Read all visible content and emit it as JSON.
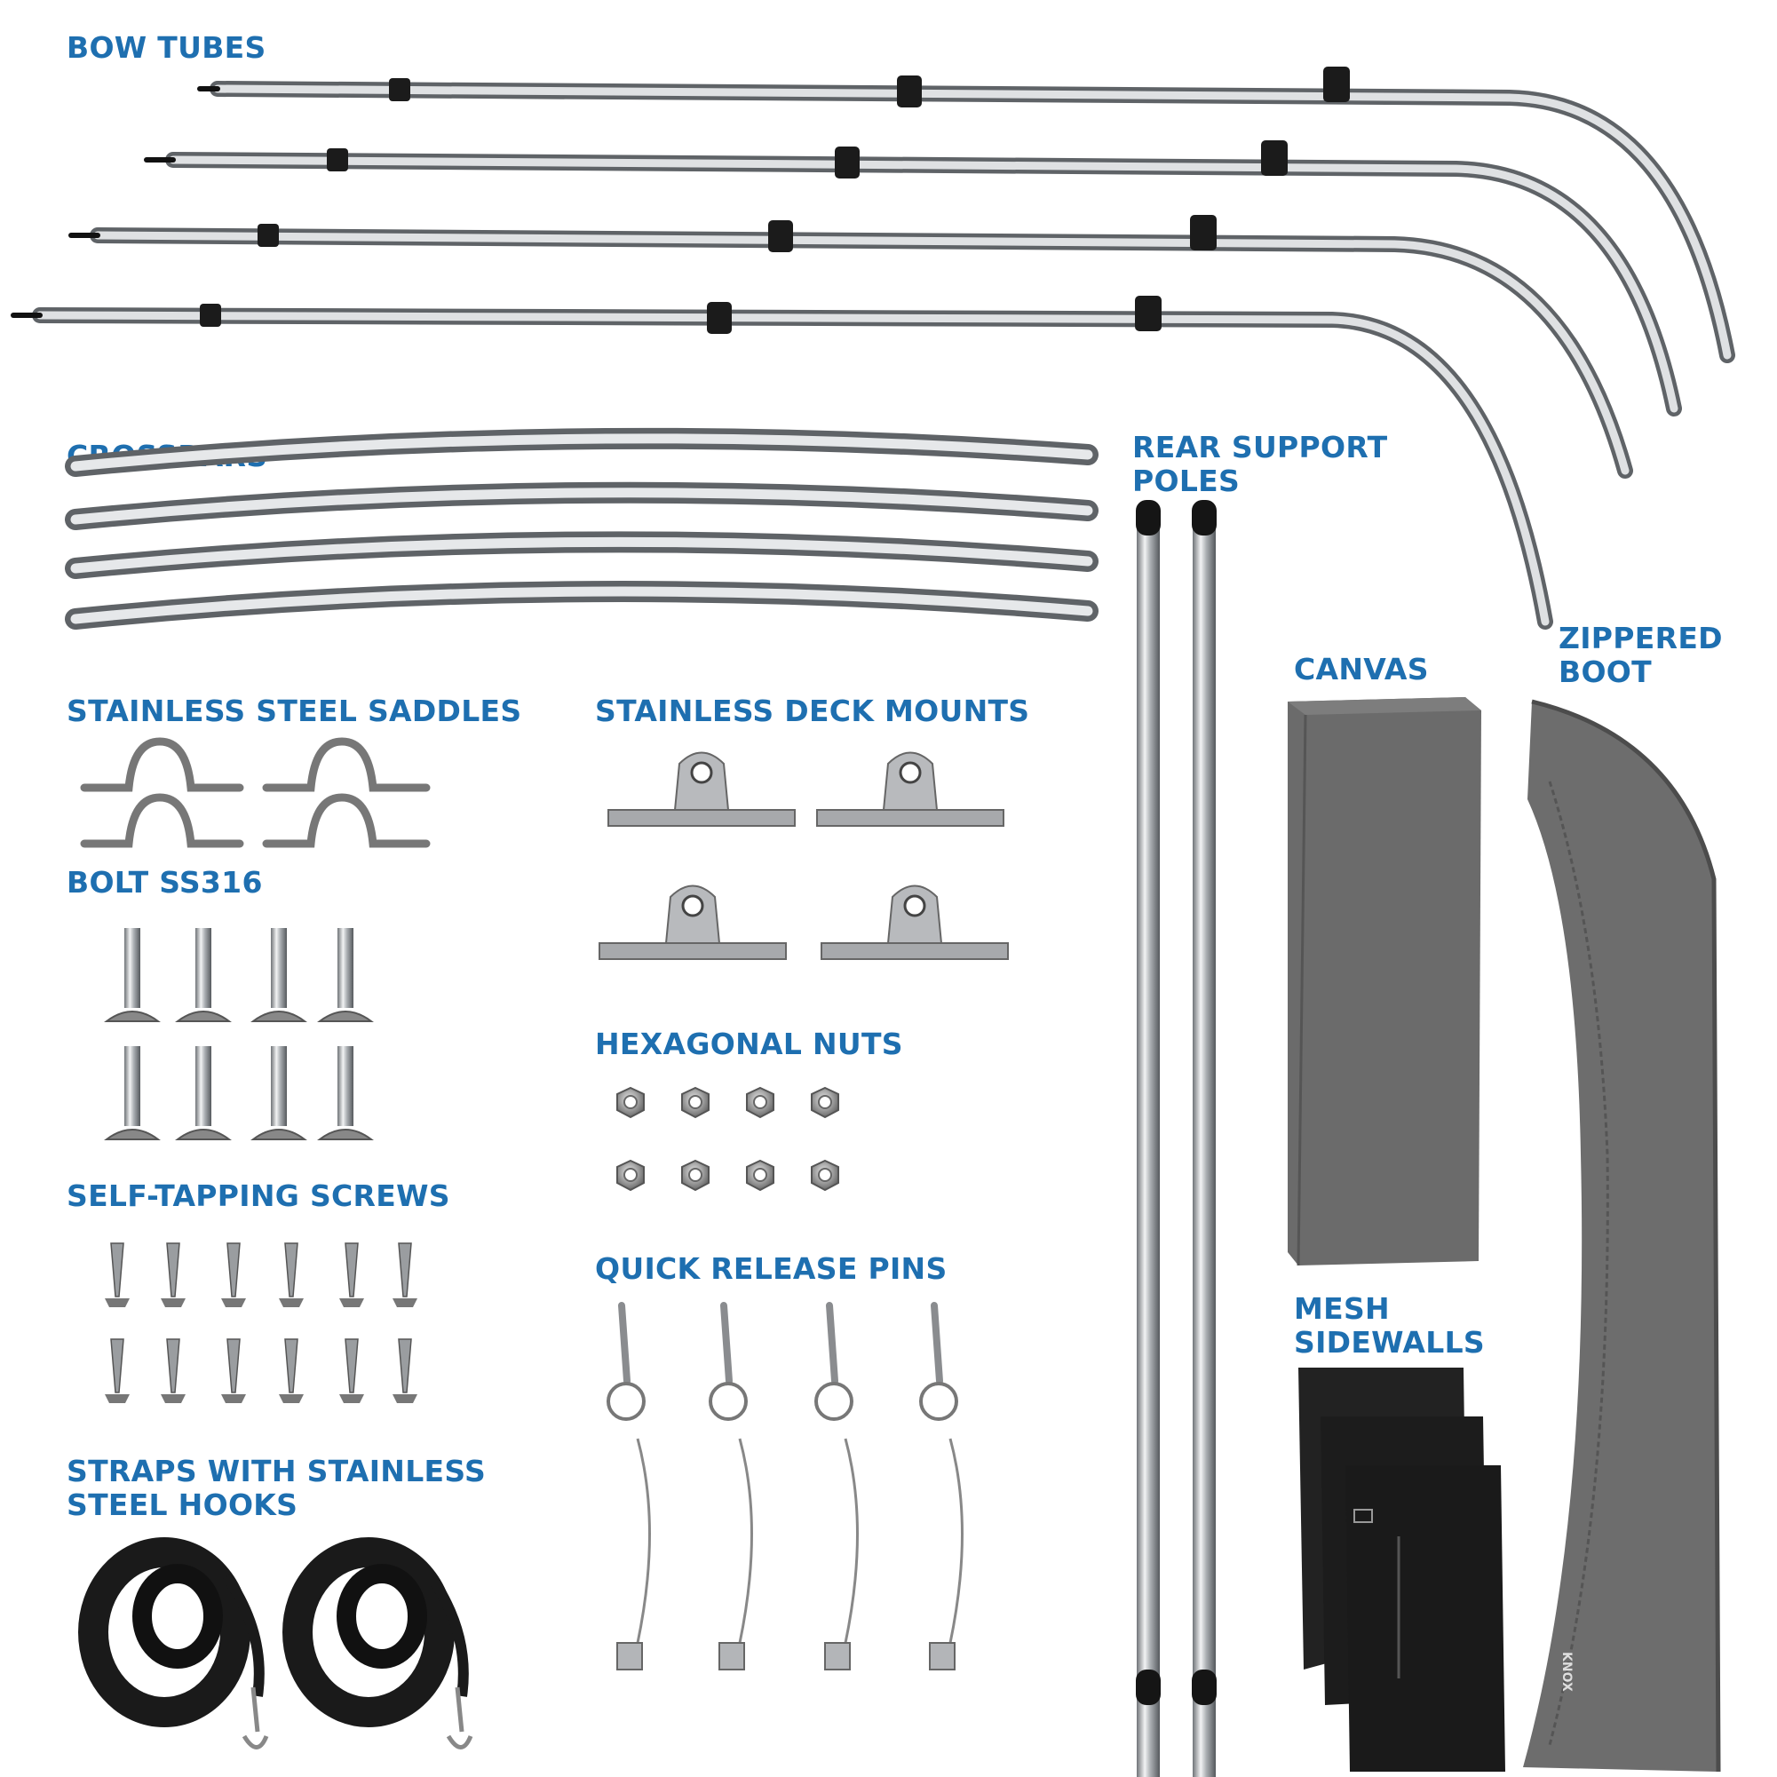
{
  "labels": {
    "bow_tubes": "BOW TUBES",
    "crossbars": "CROSSBARS",
    "rear_support_line1": "REAR SUPPORT",
    "rear_support_line2": "POLES",
    "zippered_line1": "ZIPPERED",
    "zippered_line2": "BOOT",
    "canvas": "CANVAS",
    "saddles": "STAINLESS STEEL SADDLES",
    "deck_mounts": "STAINLESS DECK MOUNTS",
    "bolt": "BOLT SS316",
    "hex_nuts": "HEXAGONAL NUTS",
    "self_tapping": "SELF-TAPPING SCREWS",
    "quick_release": "QUICK RELEASE PINS",
    "mesh_line1": "MESH",
    "mesh_line2": "SIDEWALLS",
    "straps_line1": "STRAPS WITH STAINLESS",
    "straps_line2": "STEEL HOOKS"
  },
  "brand_logo": "KNOX",
  "colors": {
    "label": "#1e6fb0",
    "steel": "#b9bcc0",
    "canvas": "#6b6b6b",
    "mesh": "#1c1c1c"
  }
}
